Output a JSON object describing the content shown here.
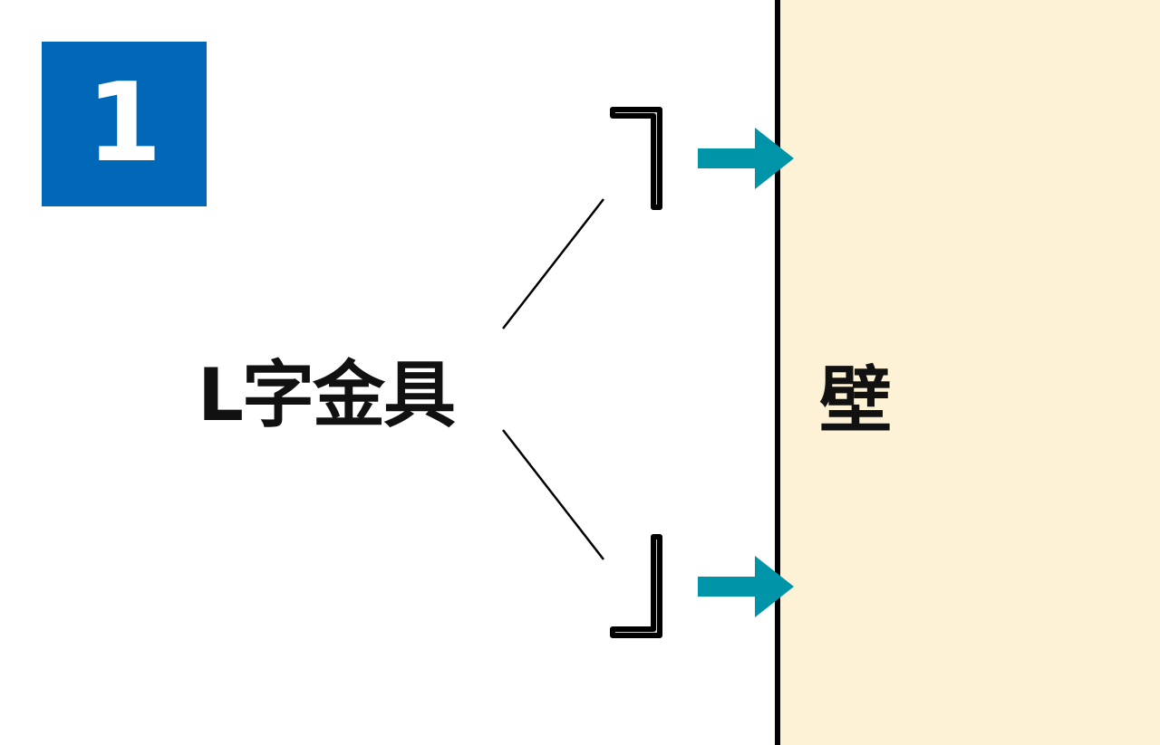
{
  "step_number": "1",
  "bracket_label": "L字金具",
  "wall_label": "壁",
  "colors": {
    "step_badge": "#0068b7",
    "arrow": "#0094a8",
    "wall": "#fef2d6",
    "bracket_fill": "#cccccc"
  }
}
